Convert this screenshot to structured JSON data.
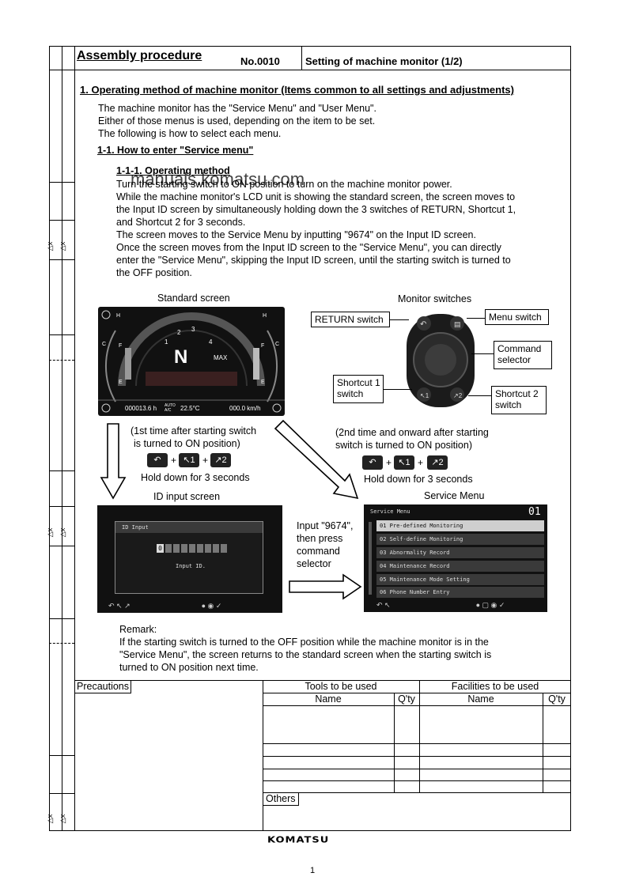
{
  "header": {
    "title": "Assembly procedure",
    "number": "No.0010",
    "subject": "Setting of machine monitor (1/2)"
  },
  "section1": {
    "heading": "1. Operating method of machine monitor (Items common to all settings and adjustments)",
    "lines": [
      "The machine monitor has the \"Service Menu\" and \"User Menu\".",
      "Either of those menus is used, depending on the item to be set.",
      "The following is how to select each menu."
    ]
  },
  "section11": {
    "heading": "1-1. How to enter \"Service menu\""
  },
  "section111": {
    "heading": "1-1-1. Operating method",
    "watermark": "manuals.komatsu.com",
    "lines": [
      "Turn the starting switch to ON position to turn on the machine monitor power.",
      "While the machine monitor's LCD unit is showing the standard screen, the screen moves to",
      "the Input ID screen by simultaneously holding down the 3 switches of RETURN, Shortcut 1,",
      "and Shortcut 2 for 3 seconds.",
      "The screen moves to the Service Menu by inputting \"9674\" on the Input ID screen.",
      "Once the screen moves from the Input ID screen to the \"Service Menu\", you can directly",
      "enter the \"Service Menu\", skipping the Input ID screen, until the starting switch is turned to",
      "the OFF position."
    ]
  },
  "figures": {
    "standard_screen_label": "Standard screen",
    "monitor_switches_label": "Monitor switches",
    "id_input_screen_label": "ID input screen",
    "service_menu_label": "Service Menu",
    "standard_screen": {
      "gear": "N",
      "max": "MAX",
      "odometer": "000013.6",
      "odometer_unit": "h",
      "temp_mode": "AUTO A/C",
      "temp": "22.5",
      "temp_unit": "°C",
      "trip": "000.0",
      "trip_unit": "km/h",
      "gauge_marks": [
        "1",
        "2",
        "3",
        "4"
      ],
      "h_mark": "H",
      "c_mark": "C",
      "f_mark": "F",
      "e_mark": "E"
    },
    "switch_labels": {
      "return": "RETURN switch",
      "menu": "Menu switch",
      "command": [
        "Command",
        "selector"
      ],
      "shortcut1": [
        "Shortcut 1",
        "switch"
      ],
      "shortcut2": [
        "Shortcut 2",
        "switch"
      ]
    },
    "step1": {
      "lines": [
        "(1st time after starting switch",
        "is turned to ON position)"
      ],
      "keys": [
        "↶",
        "↖1",
        "↗2"
      ],
      "hold": "Hold down for 3 seconds"
    },
    "step2": {
      "lines": [
        "(2nd time and onward after starting",
        "switch is turned to ON position)"
      ],
      "keys": [
        "↶",
        "↖1",
        "↗2"
      ],
      "hold": "Hold down for 3 seconds"
    },
    "id_input": {
      "title": "ID Input",
      "field_value": "0",
      "prompt": "Input ID."
    },
    "input_instruction": [
      "Input \"9674\",",
      "then press",
      "command",
      "selector"
    ],
    "service_menu": {
      "title": "Service Menu",
      "page": "01",
      "items": [
        "01  Pre-defined Monitoring",
        "02  Self-define Monitoring",
        "03  Abnormality Record",
        "04  Maintenance Record",
        "05  Maintenance Mode Setting",
        "06  Phone Number Entry"
      ]
    }
  },
  "remark": {
    "label": "Remark:",
    "lines": [
      "If the starting switch is turned to the OFF position while the machine monitor is in the",
      "\"Service Menu\", the screen returns to the standard screen when the starting switch is",
      "turned to ON position next time."
    ]
  },
  "footer_table": {
    "precautions": "Precautions",
    "tools": "Tools to be used",
    "facilities": "Facilities to be used",
    "name": "Name",
    "qty": "Q'ty",
    "others": "Others"
  },
  "revision_marks": [
    "x",
    "x"
  ],
  "brand": "KOMATSU",
  "page_number": "1"
}
